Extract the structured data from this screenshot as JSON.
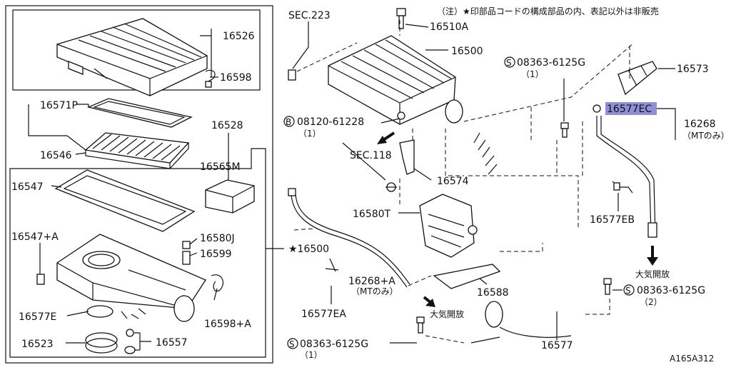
{
  "note": "（注）★印部品コードの構成部品の内、表記以外は非販売",
  "figure_code": "A165A312",
  "callouts": {
    "p16526": "16526",
    "p16598": "16598",
    "p16571P": "16571P",
    "p16546": "16546",
    "p16528": "16528",
    "p16565M": "16565M",
    "p16547": "16547",
    "p16547A": "16547+A",
    "p16580J": "16580J",
    "p16599": "16599",
    "p16577E": "16577E",
    "p16598A": "16598+A",
    "p16523": "16523",
    "p16557": "16557",
    "sec223": "SEC.223",
    "p16510A": "16510A",
    "p16500": "16500",
    "bolt08120": "08120-61228",
    "bolt08120_qty": "（1）",
    "sec118": "SEC.118",
    "p16574": "16574",
    "p16580T": "16580T",
    "star16500": "★16500",
    "p16268A": "16268+A",
    "p16268A_note": "（MTのみ）",
    "p16577EA": "16577EA",
    "air_vent_center": "大気開放",
    "p16588": "16588",
    "bolt08363_bottom": "08363-6125G",
    "bolt08363_bottom_qty": "（1）",
    "p16577": "16577",
    "bolt08363_top": "08363-6125G",
    "bolt08363_top_qty": "（1）",
    "p16573": "16573",
    "p16577EC": "16577EC",
    "p16268": "16268",
    "p16268_note": "（MTのみ）",
    "p16577EB": "16577EB",
    "air_vent_right": "大気開放",
    "bolt08363_right": "08363-6125G",
    "bolt08363_right_qty": "（2）",
    "prefix_B": "B",
    "prefix_S": "S"
  },
  "colors": {
    "highlight": "#8f8fd8",
    "ink": "#111111"
  }
}
